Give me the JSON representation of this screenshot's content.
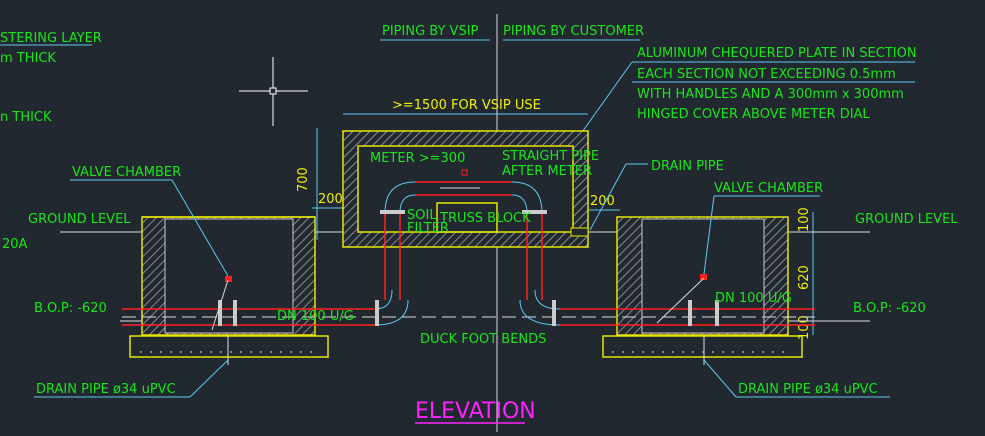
{
  "notes_left": {
    "layer": "STERING LAYER",
    "thick1": "m THICK",
    "thick2": "n THICK",
    "rating": "20A"
  },
  "header": {
    "vsip": "PIPING BY VSIP",
    "customer": "PIPING BY CUSTOMER"
  },
  "cover_note": [
    "ALUMINUM CHEQUERED PLATE IN SECTION",
    "EACH SECTION NOT EXCEEDING 0.5mm",
    "WITH HANDLES AND A 300mm x 300mm",
    "HINGED COVER ABOVE METER DIAL"
  ],
  "dims": {
    "width": ">=1500 FOR VSIP USE",
    "height": "700",
    "wall_left": "200",
    "wall_right": "200",
    "top": "100",
    "depth": "620",
    "bottom": "100"
  },
  "labels": {
    "meter": "METER >=300",
    "straight1": "STRAIGHT PIPE",
    "straight2": "AFTER METER",
    "soil": "SOIL",
    "filter": "FILTER",
    "truss": "TRUSS BLOCK",
    "drain_pipe": "DRAIN PIPE",
    "valve_left": "VALVE CHAMBER",
    "valve_right": "VALVE CHAMBER",
    "ground_left": "GROUND LEVEL",
    "ground_right": "GROUND LEVEL",
    "bop_left": "B.O.P: -620",
    "bop_right": "B.O.P: -620",
    "dn_left": "DN 100 U/G",
    "dn_right": "DN 100 U/G",
    "duck": "DUCK FOOT BENDS",
    "drain_left": "DRAIN PIPE ø34 uPVC",
    "drain_right": "DRAIN PIPE ø34 uPVC"
  },
  "title": "ELEVATION"
}
